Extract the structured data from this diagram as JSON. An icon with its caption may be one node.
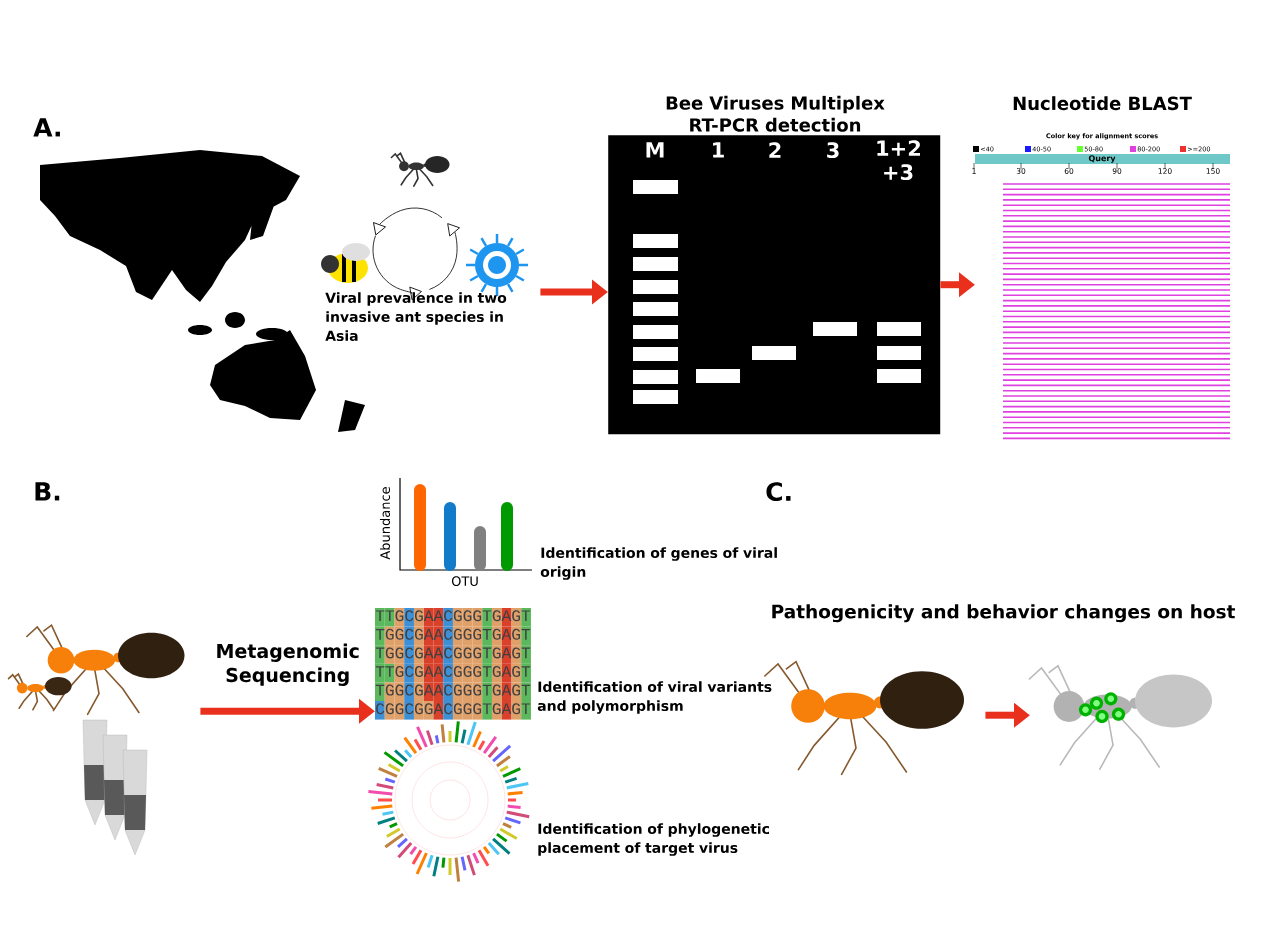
{
  "diagram": {
    "nodes": [
      {
        "text": [
          "Viral prevalence in two invasive ant species in Asia"
        ]
      },
      {
        "text": [
          "Bee Viruses Multiplex RT-PCR detection",
          "M",
          "1",
          "2",
          "3",
          "1+2 +3"
        ]
      },
      {
        "text": [
          "Nucleotide BLAST",
          "Color key for alignment scores",
          "Query"
        ]
      },
      {
        "text": [],
        "shape": "picture"
      },
      {
        "text": [
          "TTGCGAACGGGTGAGT",
          "TGGCGAACGGGTGAGT",
          "TGGCGAACGGGTGAGT",
          "TTGCGAACGGGTGAGT",
          "TGGCGAACGGGTGAGT",
          "CGGCGGACGGGTGAGT"
        ],
        "beside": [
          "Identification of viral variants and polymorphism"
        ]
      },
      {
        "text": [],
        "shape": "picture"
      },
      {
        "text": [],
        "shape": "picture"
      }
    ],
    "edges": [
      {
        "from": 0,
        "to": 1,
        "arrow": "to"
      },
      {
        "from": 1,
        "to": 2,
        "arrow": "to"
      },
      {
        "from": 3,
        "to": 4,
        "arrow": "to",
        "label": "Metagenomic Sequencing"
      },
      {
        "from": 5,
        "to": 6,
        "arrow": "to"
      }
    ],
    "labels": [
      "A.",
      "1",
      "30",
      "60",
      "90",
      "120",
      "150",
      "B.",
      "Abundance",
      "OTU",
      "C.",
      "Identification of genes of viral origin",
      "Pathogenicity and behavior changes on host",
      "Identification of phylogenetic placement of target virus"
    ],
    "legend": [
      {
        "text": "<40",
        "color": "#000000"
      },
      {
        "text": "40-50",
        "color": "#1a1aff"
      },
      {
        "text": "50-80",
        "color": "#66ff33"
      },
      {
        "text": "80-200",
        "color": "#e040e0"
      },
      {
        "text": ">=200",
        "color": "#ee3030"
      }
    ]
  }
}
